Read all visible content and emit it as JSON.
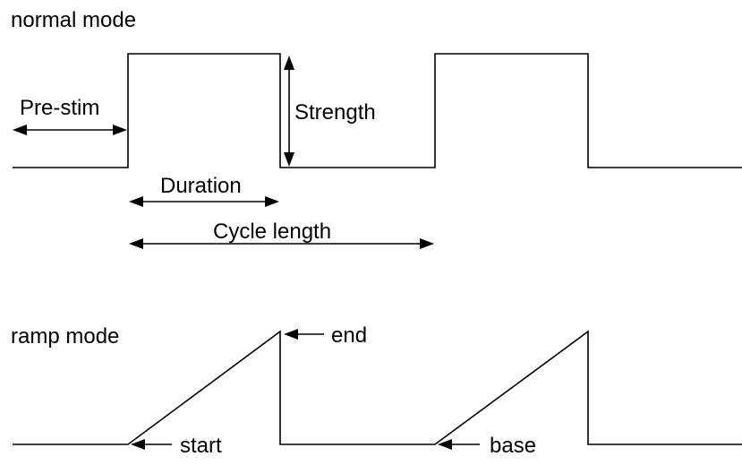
{
  "normal_mode": {
    "title": "normal mode",
    "labels": {
      "pre_stim": "Pre-stim",
      "strength": "Strength",
      "duration": "Duration",
      "cycle_length": "Cycle length"
    }
  },
  "ramp_mode": {
    "title": "ramp mode",
    "labels": {
      "end": "end",
      "start": "start",
      "base": "base"
    }
  },
  "colors": {
    "stroke": "#000000",
    "background": "#ffffff"
  }
}
